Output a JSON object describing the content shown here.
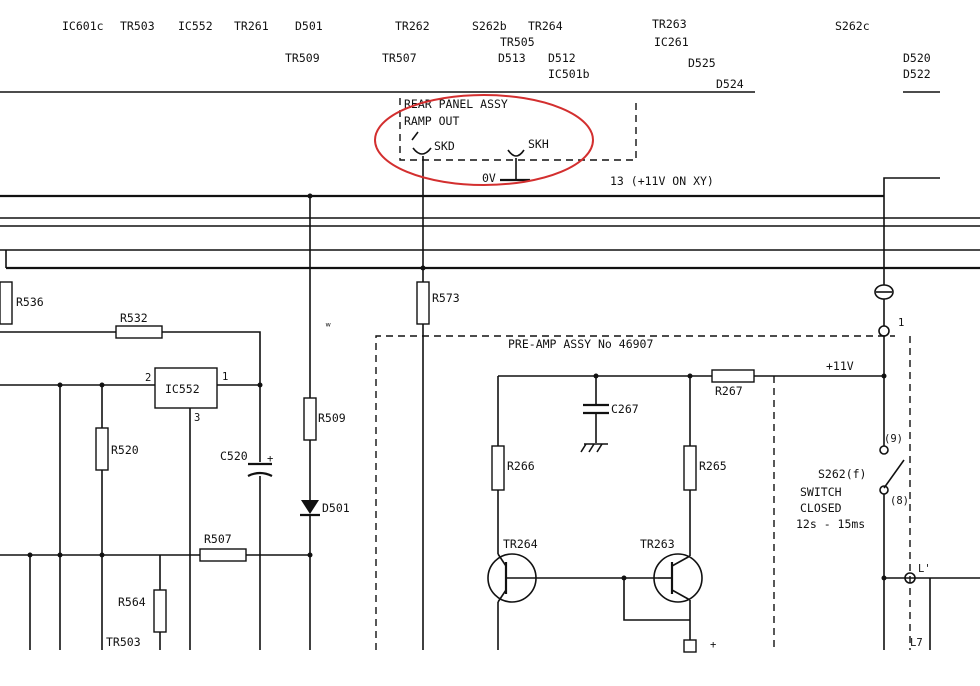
{
  "header_refs": [
    "IC601c",
    "TR503",
    "IC552",
    "TR261",
    "D501",
    "TR262",
    "S262b",
    "TR264",
    "TR505",
    "TR263",
    "IC261",
    "S262c",
    "TR509",
    "TR507",
    "D513",
    "D512",
    "IC501b",
    "D525",
    "D524",
    "D520",
    "D522"
  ],
  "rear_panel": {
    "title": "REAR PANEL ASSY",
    "subtitle": "RAMP OUT",
    "socket_1": "SKD",
    "socket_2": "SKH",
    "ground": "0V",
    "highlight_color": "#d32f2f"
  },
  "rail_label": "13 (+11V ON XY)",
  "preamp": {
    "title": "PRE-AMP ASSY No 46907",
    "supply": "+11V",
    "pin": "1",
    "components": {
      "r267": "R267",
      "c267": "C267",
      "r266": "R266",
      "r265": "R265",
      "tr264": "TR264",
      "tr263": "TR263"
    }
  },
  "switch": {
    "label": "S262(f)",
    "note_1": "SWITCH",
    "note_2": "CLOSED",
    "note_3": "12s - 15ms",
    "pos_a": "(9)",
    "pos_b": "(8)",
    "terminal": "L'",
    "terminal_2": "L7"
  },
  "left_components": {
    "r536": "R536",
    "r532": "R532",
    "ic552": "IC552",
    "ic_pin2": "2",
    "ic_pin1": "1",
    "ic_pin3": "3",
    "r520": "R520",
    "c520": "C520",
    "r507": "R507",
    "r564": "R564",
    "tr503": "TR503",
    "r509": "R509",
    "d501": "D501",
    "r573": "R573",
    "plus": "+"
  }
}
